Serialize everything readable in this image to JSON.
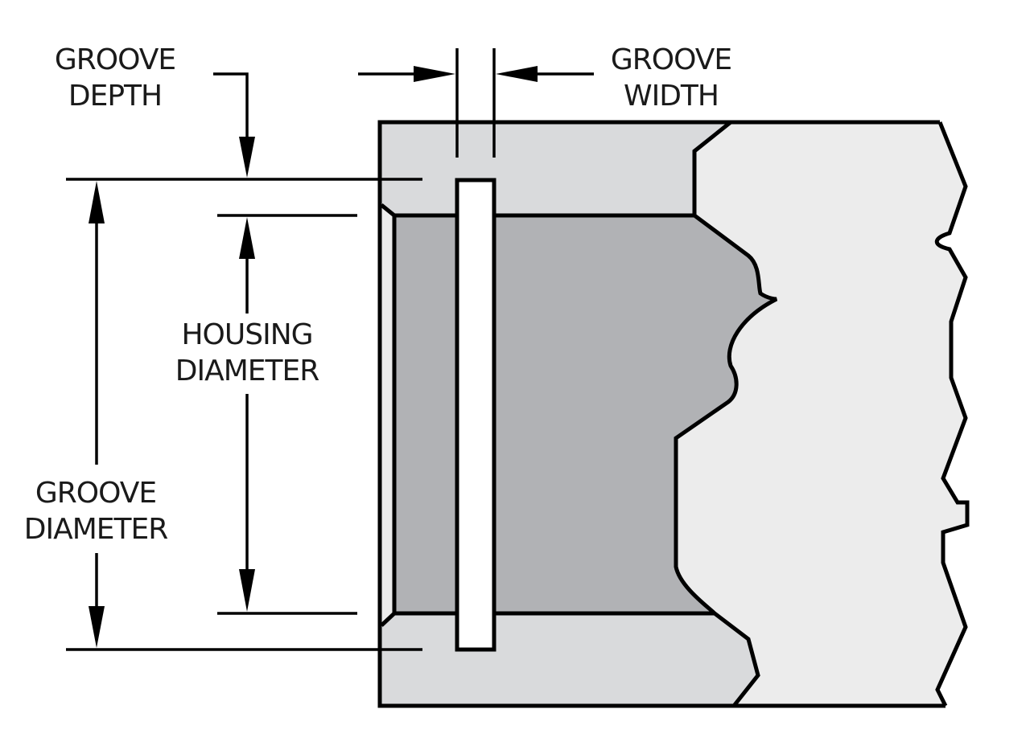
{
  "diagram": {
    "title": "Groove dimension diagram",
    "labels": {
      "groove_depth": [
        "GROOVE",
        "DEPTH"
      ],
      "groove_width": [
        "GROOVE",
        "WIDTH"
      ],
      "housing_diameter": [
        "HOUSING",
        "DIAMETER"
      ],
      "groove_diameter": [
        "GROOVE",
        "DIAMETER"
      ]
    },
    "colors": {
      "outline": "#000000",
      "housing_wall": "#d9dadc",
      "bore": "#b1b2b5",
      "cutaway": "#ececec",
      "groove": "#ffffff"
    }
  }
}
